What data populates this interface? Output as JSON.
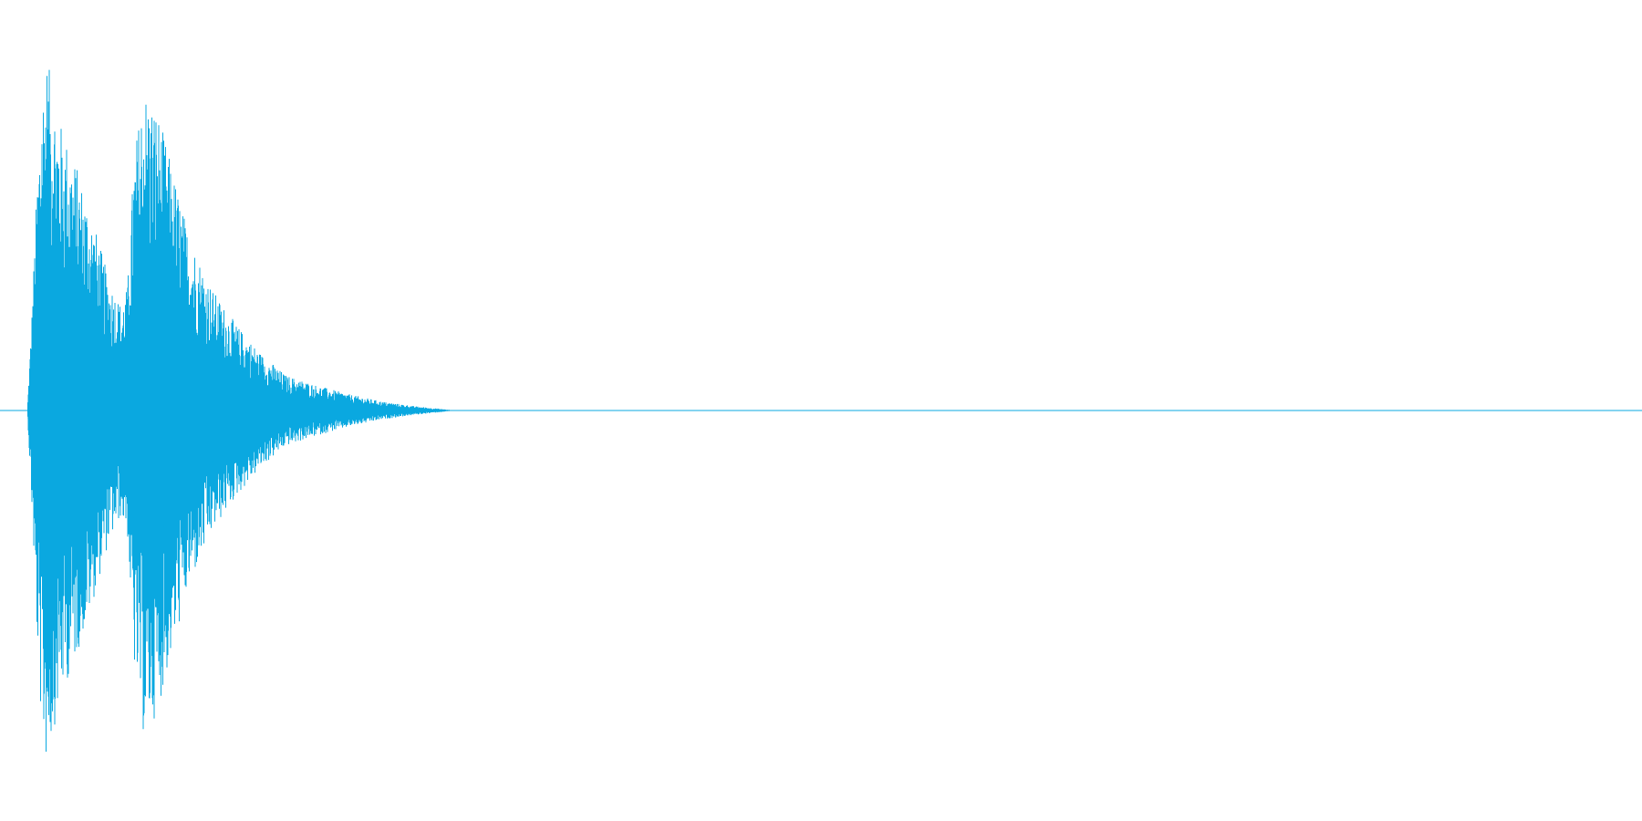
{
  "waveform": {
    "color": "#0aa8e0",
    "background": "#ffffff",
    "baseline_visible": true,
    "envelope": [
      {
        "t": 0.0,
        "a": 0.0
      },
      {
        "t": 0.003,
        "a": 0.3
      },
      {
        "t": 0.006,
        "a": 0.65
      },
      {
        "t": 0.009,
        "a": 0.92
      },
      {
        "t": 0.012,
        "a": 1.0
      },
      {
        "t": 0.02,
        "a": 0.82
      },
      {
        "t": 0.03,
        "a": 0.7
      },
      {
        "t": 0.04,
        "a": 0.55
      },
      {
        "t": 0.05,
        "a": 0.38
      },
      {
        "t": 0.058,
        "a": 0.3
      },
      {
        "t": 0.062,
        "a": 0.35
      },
      {
        "t": 0.066,
        "a": 0.72
      },
      {
        "t": 0.072,
        "a": 0.92
      },
      {
        "t": 0.08,
        "a": 0.86
      },
      {
        "t": 0.09,
        "a": 0.68
      },
      {
        "t": 0.1,
        "a": 0.5
      },
      {
        "t": 0.115,
        "a": 0.34
      },
      {
        "t": 0.13,
        "a": 0.24
      },
      {
        "t": 0.145,
        "a": 0.16
      },
      {
        "t": 0.16,
        "a": 0.1
      },
      {
        "t": 0.18,
        "a": 0.07
      },
      {
        "t": 0.2,
        "a": 0.045
      },
      {
        "t": 0.22,
        "a": 0.025
      },
      {
        "t": 0.24,
        "a": 0.012
      },
      {
        "t": 0.255,
        "a": 0.005
      },
      {
        "t": 0.265,
        "a": 0.0
      },
      {
        "t": 1.0,
        "a": 0.0
      }
    ]
  }
}
